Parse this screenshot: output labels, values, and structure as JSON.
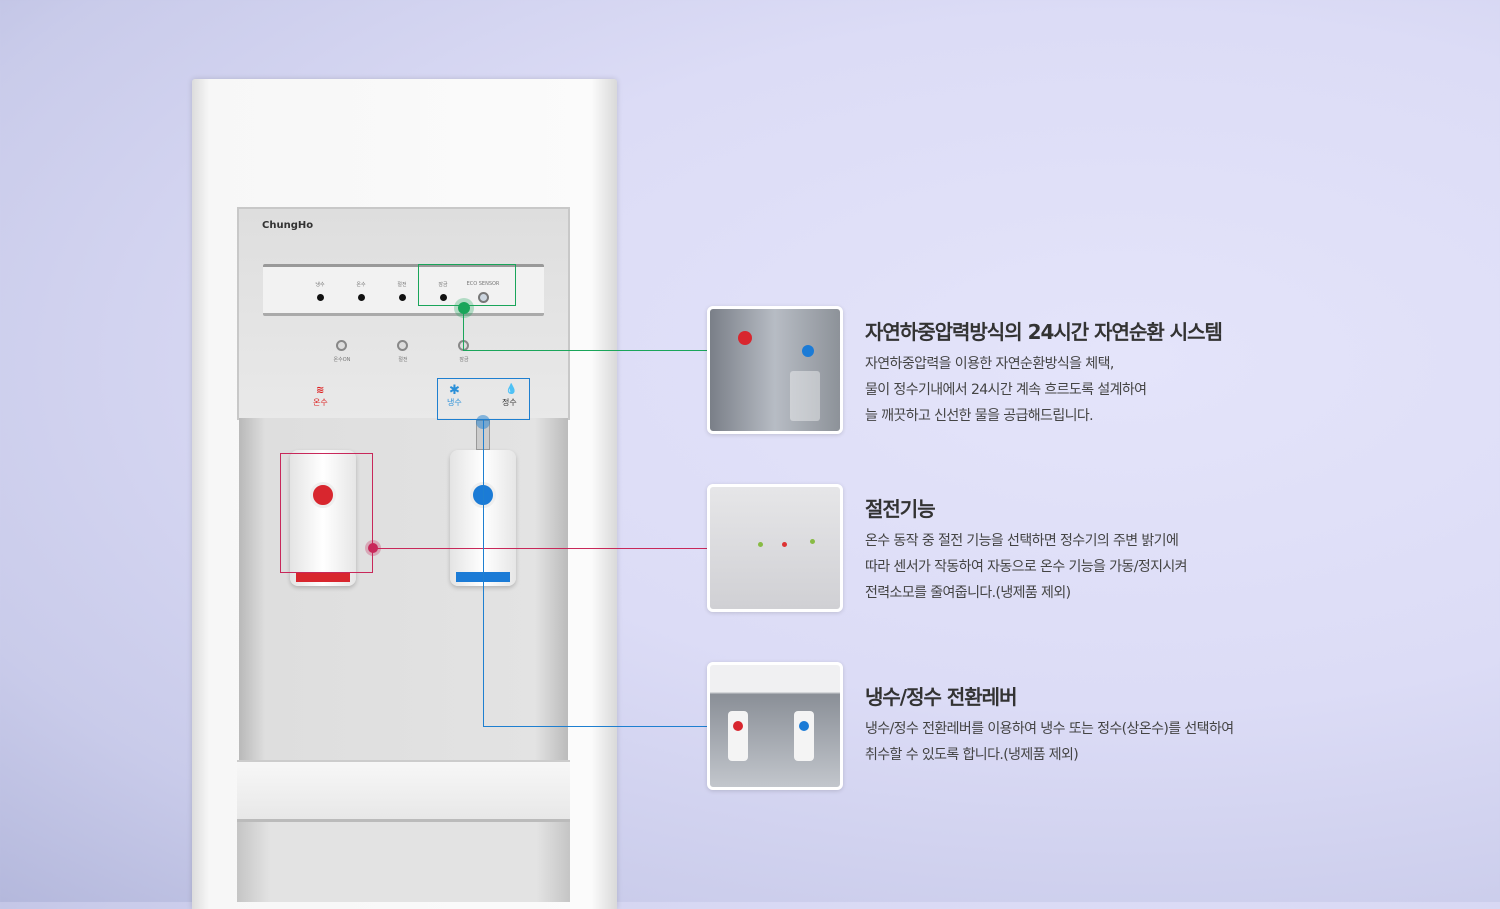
{
  "product": {
    "brand": "ChungHo",
    "display_labels": [
      "냉수",
      "온수",
      "절전",
      "잠금",
      "ECO SENSOR"
    ],
    "buttons": [
      "온수ON",
      "절전",
      "잠금"
    ],
    "hot_label": "온수",
    "cold_label": "냉수",
    "purified_label": "정수"
  },
  "features": [
    {
      "title": "자연하중압력방식의 24시간 자연순환 시스템",
      "lines": [
        "자연하중압력을 이용한 자연순환방식을 체택,",
        "물이 정수기내에서 24시간 계속 흐르도록 설계하여",
        "늘 깨끗하고 신선한 물을 공급해드립니다."
      ],
      "color": "#1aa55a"
    },
    {
      "title": "절전기능",
      "lines": [
        "온수 동작 중 절전 기능을 선택하면 정수기의 주변 밝기에",
        "따라 센서가 작동하여  자동으로 온수 기능을 가동/정지시켜",
        "전력소모를 줄여줍니다.(냉제품 제외)"
      ],
      "color": "#c8285a"
    },
    {
      "title": "냉수/정수 전환레버",
      "lines": [
        "냉수/정수 전환레버를 이용하여 냉수 또는 정수(상온수)를 선택하여",
        "취수할 수 있도록 합니다.(냉제품 제외)"
      ],
      "color": "#1e7fd0"
    }
  ]
}
